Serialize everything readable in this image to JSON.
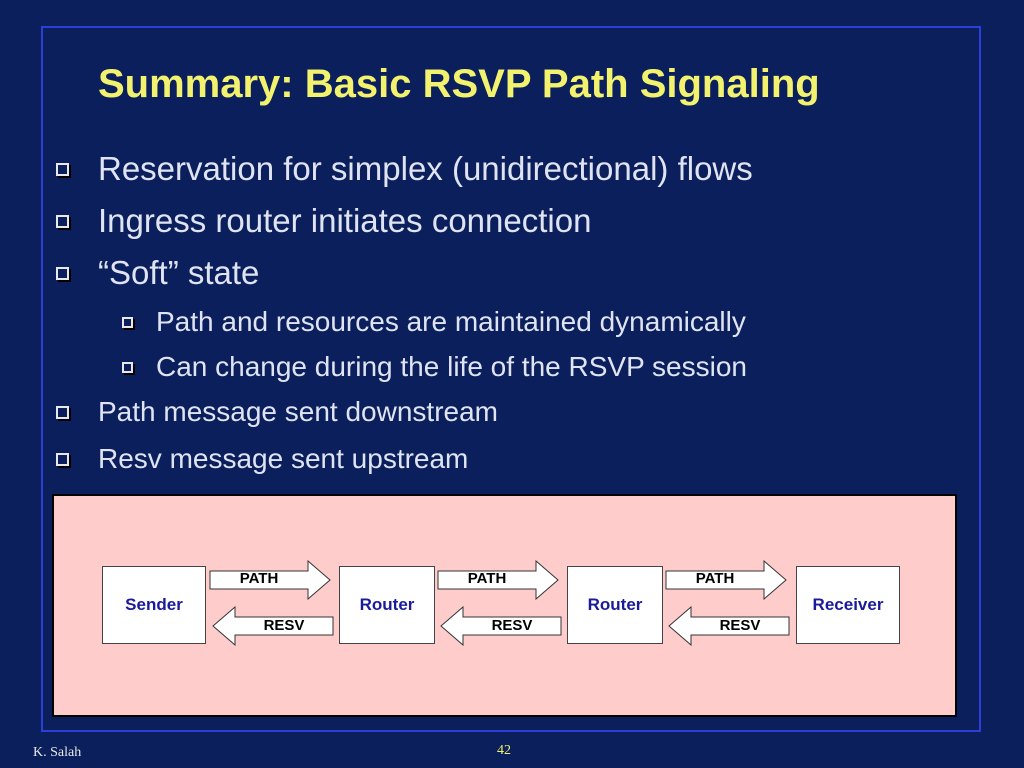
{
  "slide": {
    "title": "Summary: Basic RSVP Path Signaling",
    "bullets": [
      "Reservation for simplex (unidirectional) flows",
      "Ingress router initiates connection",
      "“Soft” state",
      "Path and resources are maintained dynamically",
      "Can change during the life of the RSVP session",
      "Path message sent downstream",
      "Resv message sent upstream"
    ],
    "author": "K. Salah",
    "page_number": "42"
  },
  "diagram": {
    "nodes": [
      "Sender",
      "Router",
      "Router",
      "Receiver"
    ],
    "path_label": "PATH",
    "resv_label": "RESV"
  },
  "colors": {
    "background": "#0a1f5c",
    "title": "#f2f26e",
    "text": "#e0e4f2",
    "diagram_background": "#ffcccc",
    "node_text": "#1a1a9c"
  }
}
